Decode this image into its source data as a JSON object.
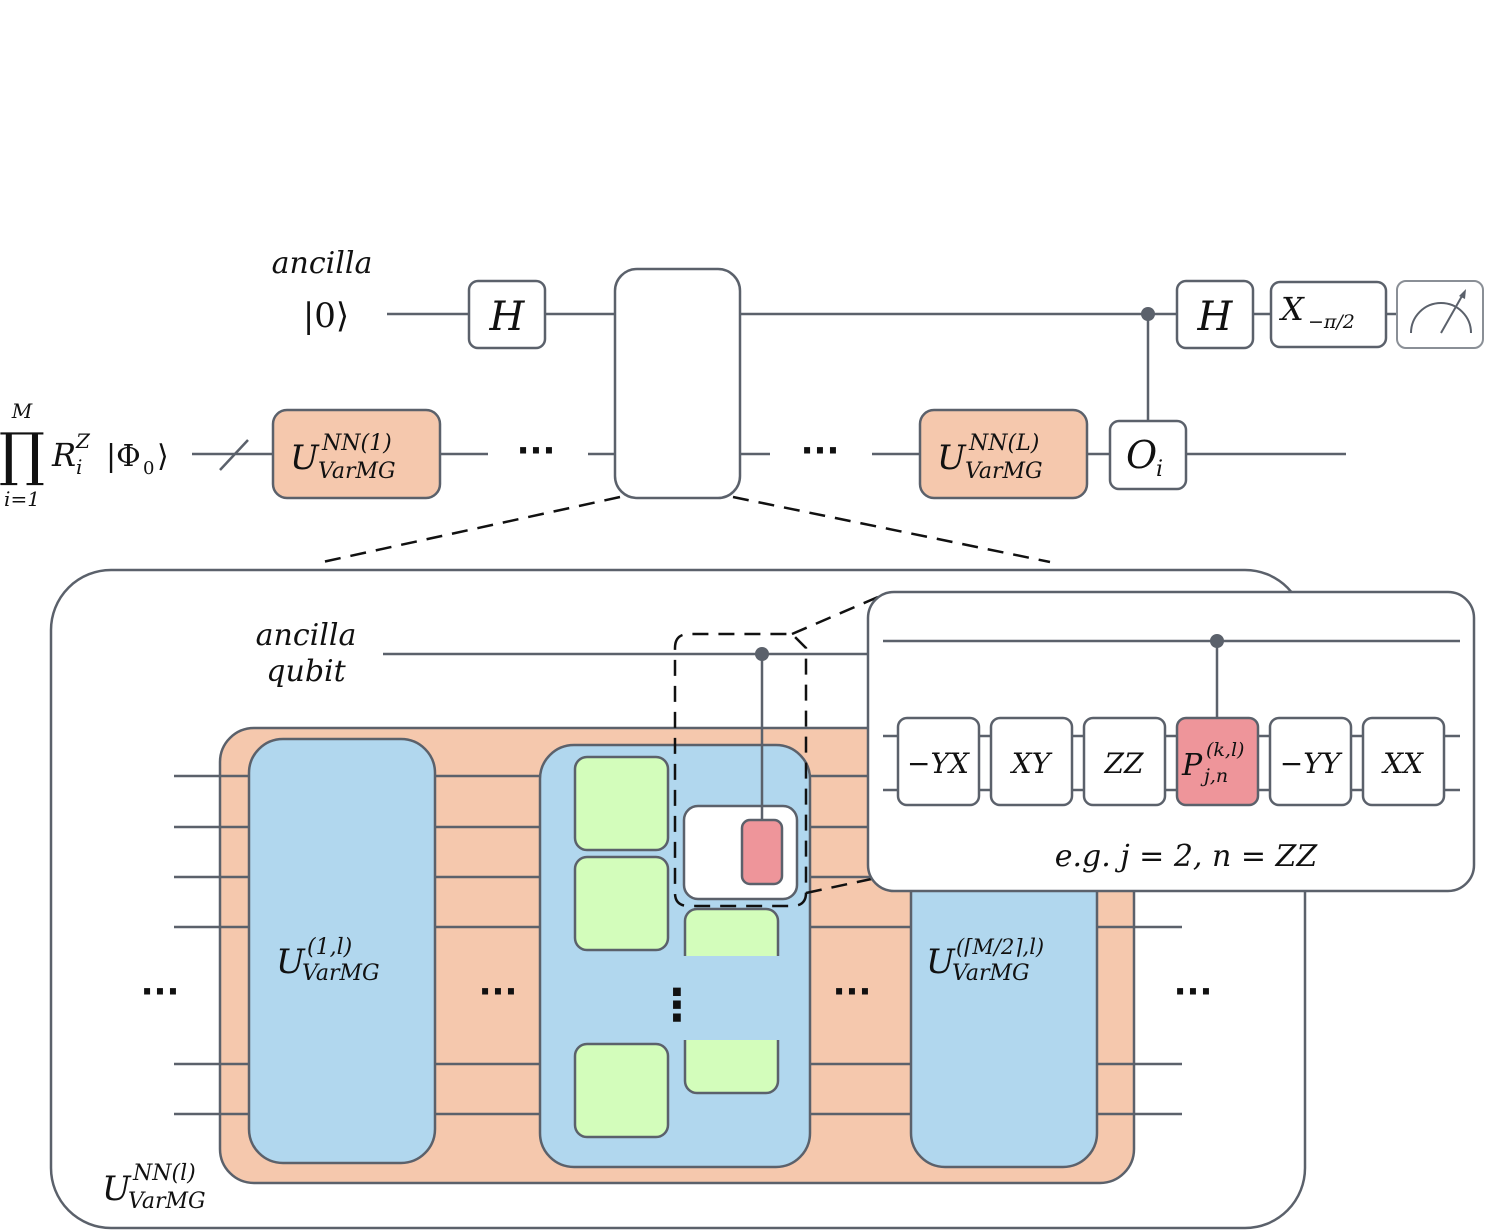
{
  "colors": {
    "line": "#5b616b",
    "salmon": "#f5c8ad",
    "blue": "#b1d7ee",
    "green": "#d3fdbb",
    "red_gate": "#ee959a",
    "white": "#ffffff"
  },
  "top_circuit": {
    "ancilla_label": "ancilla",
    "ancilla_state": "|0⟩",
    "system_state": {
      "product_upper": "M",
      "product_symbol": "∏",
      "product_lower": "i=1",
      "rotation_base": "R",
      "rotation_sup": "Z",
      "rotation_sub": "i",
      "state": "|Φ",
      "state_sub": "0",
      "state_close": "⟩"
    },
    "hadamard_1": "H",
    "unitary_first": {
      "base": "U",
      "sup": "NN(1)",
      "sub": "VarMG"
    },
    "dots": "···",
    "unitary_last": {
      "base": "U",
      "sup": "NN(L)",
      "sub": "VarMG"
    },
    "observable": {
      "base": "O",
      "sub": "i"
    },
    "hadamard_2": "H",
    "rotation_gate": {
      "base": "X",
      "sub": "−π/2"
    }
  },
  "zoom_panel": {
    "ancilla_label_line1": "ancilla",
    "ancilla_label_line2": "qubit",
    "block_first": {
      "base": "U",
      "sup": "(1,l)",
      "sub": "VarMG"
    },
    "block_last": {
      "base": "U",
      "sup": "(⌈M/2⌉,l)",
      "sub": "VarMG"
    },
    "layer_label": {
      "base": "U",
      "sup": "NN(l)",
      "sub": "VarMG"
    },
    "dots": "···",
    "vdots": "⋮"
  },
  "detail_panel": {
    "gates": [
      "−YX",
      "XY",
      "ZZ",
      "P",
      "−YY",
      "XX"
    ],
    "controlled_gate": {
      "base": "P",
      "sup": "(k,l)",
      "sub": "j,n"
    },
    "example": "e.g. j = 2, n = ZZ"
  }
}
